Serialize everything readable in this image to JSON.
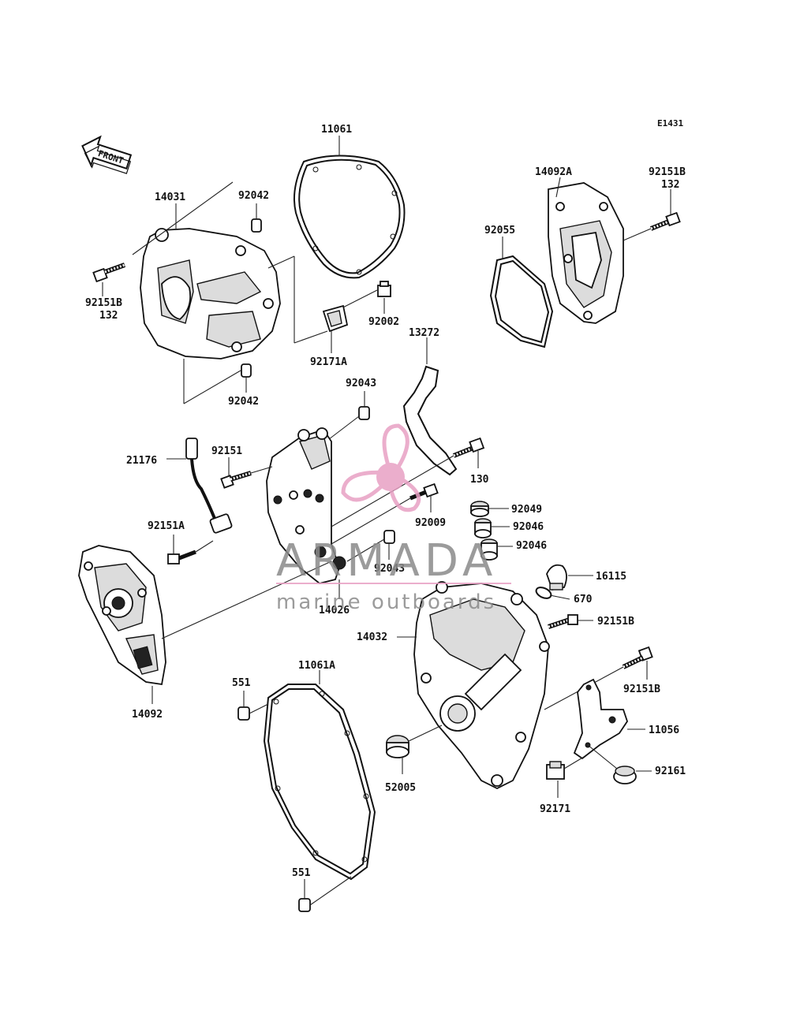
{
  "diagram_code": "E1431",
  "front_label": "FRONT",
  "labels": {
    "p11061": "11061",
    "p14031": "14031",
    "p92042_top": "92042",
    "p92151B_left": "92151B",
    "p132_left": "132",
    "p92002": "92002",
    "p92171A": "92171A",
    "p92042_bottom": "92042",
    "p14092A": "14092A",
    "p92151B_right_top": "92151B",
    "p132_right_top": "132",
    "p92055": "92055",
    "p13272": "13272",
    "p92043_top": "92043",
    "p21176": "21176",
    "p92151": "92151",
    "p130": "130",
    "p92151A": "92151A",
    "p92009": "92009",
    "p92049": "92049",
    "p92046_a": "92046",
    "p92046_b": "92046",
    "p92043_bottom": "92043",
    "p14026": "14026",
    "p16115": "16115",
    "p670": "670",
    "p14032": "14032",
    "p92151B_mid": "92151B",
    "p92151B_low": "92151B",
    "p11056": "11056",
    "p14092": "14092",
    "p551_top": "551",
    "p11061A": "11061A",
    "p52005": "52005",
    "p92161": "92161",
    "p92171": "92171",
    "p551_bottom": "551"
  },
  "watermark": {
    "brand": "ARMADA",
    "tagline": "marine outboards",
    "color": "#e8a0c4"
  }
}
